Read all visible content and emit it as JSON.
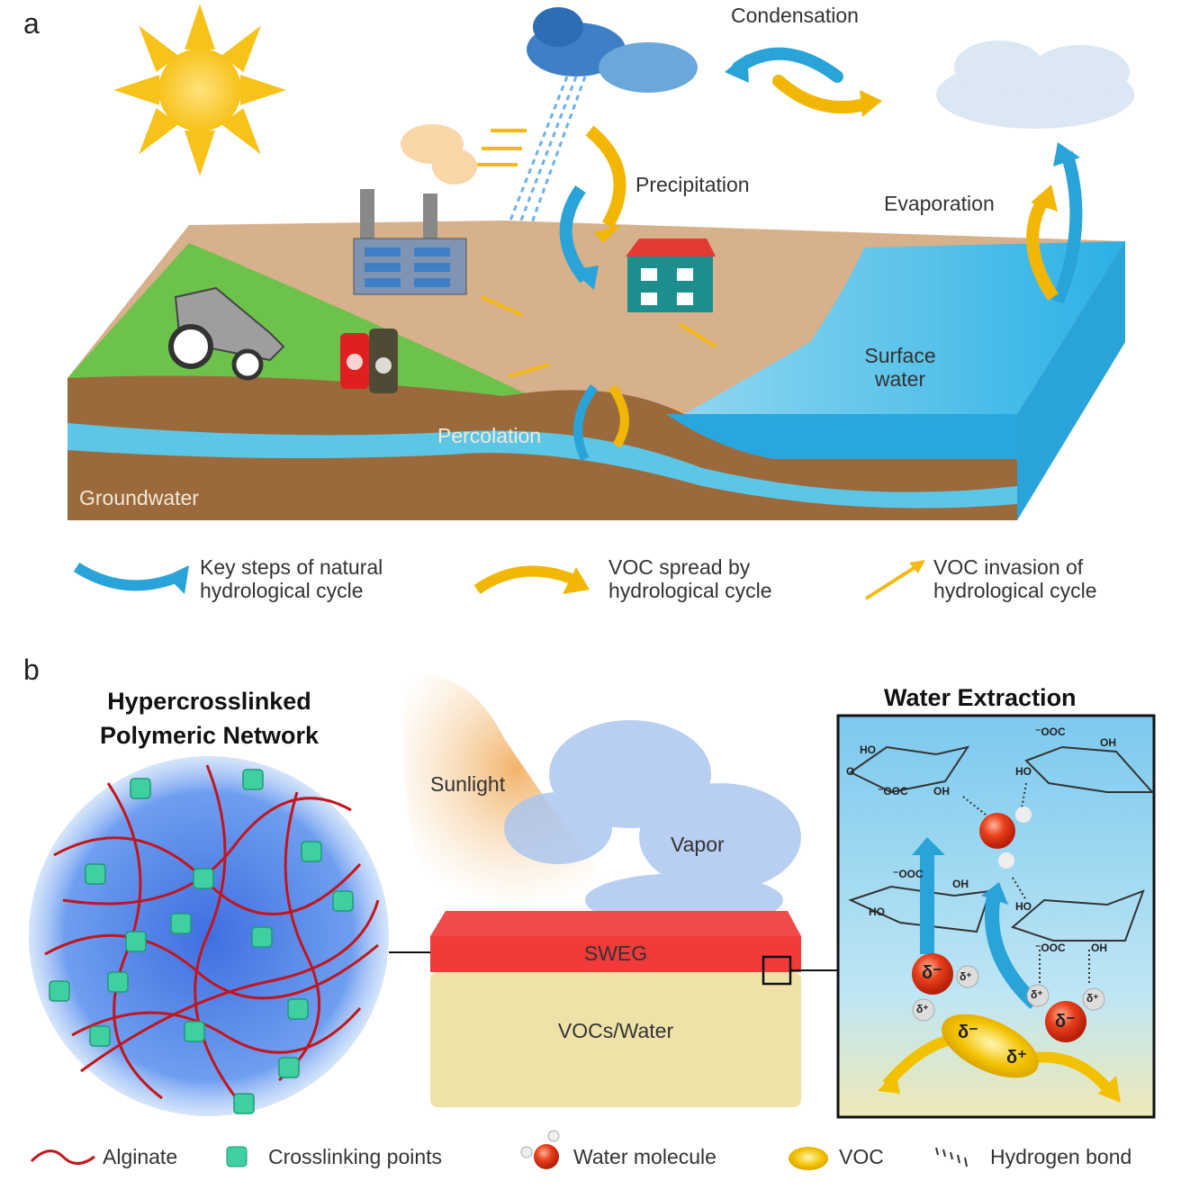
{
  "panel_a": {
    "label": "a",
    "condensation": "Condensation",
    "precipitation": "Precipitation",
    "evaporation": "Evaporation",
    "surface_water": [
      "Surface",
      "water"
    ],
    "percolation": "Percolation",
    "groundwater": "Groundwater",
    "legend": [
      {
        "icon": "blue-curved-arrow",
        "lines": [
          "Key steps of natural",
          "hydrological cycle"
        ],
        "color": "#2aa3d8"
      },
      {
        "icon": "yellow-curved-arrow",
        "lines": [
          "VOC spread by",
          "hydrological cycle"
        ],
        "color": "#f2b705"
      },
      {
        "icon": "yellow-thin-arrow",
        "lines": [
          "VOC invasion of",
          "hydrological cycle"
        ],
        "color": "#f5b915"
      }
    ]
  },
  "panel_b": {
    "label": "b",
    "network_title": [
      "Hypercrosslinked",
      "Polymeric Network"
    ],
    "sunlight": "Sunlight",
    "vapor": "Vapor",
    "sweg": "SWEG",
    "vocs_water": "VOCs/Water",
    "extraction_title": "Water Extraction",
    "chem": {
      "ho": "HO",
      "ooc": "⁻OOC",
      "oh": "OH",
      "o": "O",
      "delta_minus": "δ⁻",
      "delta_plus": "δ⁺"
    },
    "legend": [
      {
        "icon": "alginate-icon",
        "label": "Alginate",
        "color": "#c0161e"
      },
      {
        "icon": "crosslink-icon",
        "label": "Crosslinking points",
        "color": "#3fcfa0"
      },
      {
        "icon": "water-molecule-icon",
        "label": "Water molecule",
        "color": "#e8401c"
      },
      {
        "icon": "voc-icon",
        "label": "VOC",
        "color": "#f2c200"
      },
      {
        "icon": "hydrogen-bond-icon",
        "label": "Hydrogen bond",
        "color": "#333333"
      }
    ]
  }
}
